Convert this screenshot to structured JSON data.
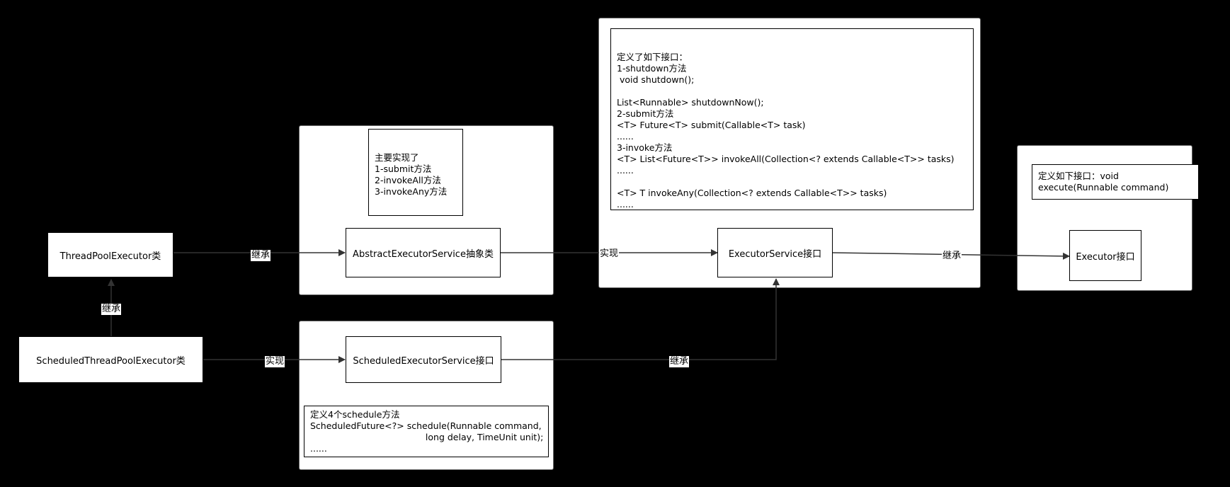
{
  "nodes": {
    "thread_pool_executor": "ThreadPoolExecutor类",
    "scheduled_thread_pool_executor": "ScheduledThreadPoolExecutor类",
    "abstract_executor_service": "AbstractExecutorService抽象类",
    "scheduled_executor_service": "ScheduledExecutorService接口",
    "executor_service": "ExecutorService接口",
    "executor": "Executor接口"
  },
  "notes": {
    "abstract_impl": "主要实现了\n1-submit方法\n2-invokeAll方法\n3-invokeAny方法",
    "scheduled_methods": "定义4个schedule方法\nScheduledFuture<?> schedule(Runnable command,\n                                         long delay, TimeUnit unit);\n......",
    "executor_service_methods": "定义了如下接口：\n1-shutdown方法\n void shutdown();\n\nList<Runnable> shutdownNow();\n2-submit方法\n<T> Future<T> submit(Callable<T> task)\n......\n3-invoke方法\n<T> List<Future<T>> invokeAll(Collection<? extends Callable<T>> tasks)\n......\n\n<T> T invokeAny(Collection<? extends Callable<T>> tasks)\n......",
    "executor_methods": "定义如下接口：void\nexecute(Runnable command)"
  },
  "edges": {
    "tpe_to_aes": "继承",
    "stpe_to_tpe": "继承",
    "stpe_to_ses": "实现",
    "aes_to_es": "实现",
    "es_to_executor": "继承",
    "ses_to_es": "继承"
  },
  "colors": {
    "background": "#000000",
    "node_fill": "#ffffff",
    "stroke": "#000000",
    "edge": "#333333"
  }
}
